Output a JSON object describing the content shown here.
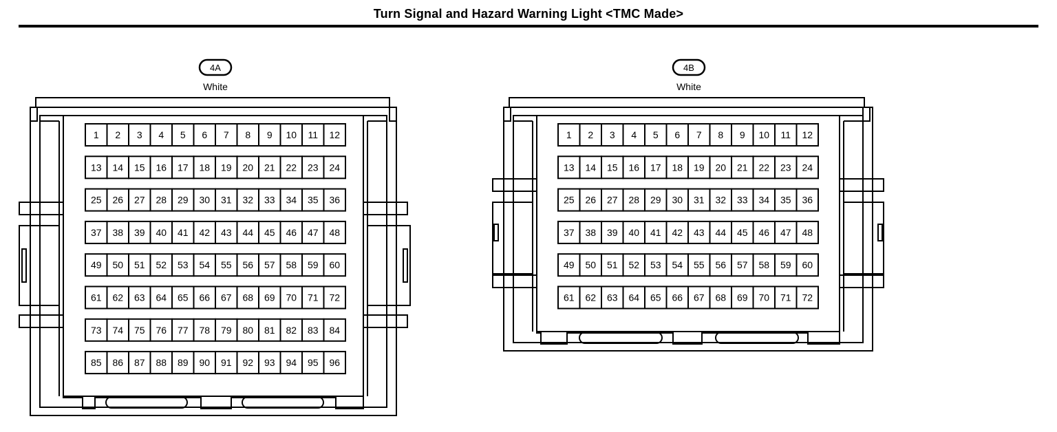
{
  "title": "Turn Signal and Hazard Warning Light <TMC Made>",
  "connectors": [
    {
      "id": "4A",
      "color": "White",
      "pins": 96
    },
    {
      "id": "4B",
      "color": "White",
      "pins": 72
    }
  ]
}
